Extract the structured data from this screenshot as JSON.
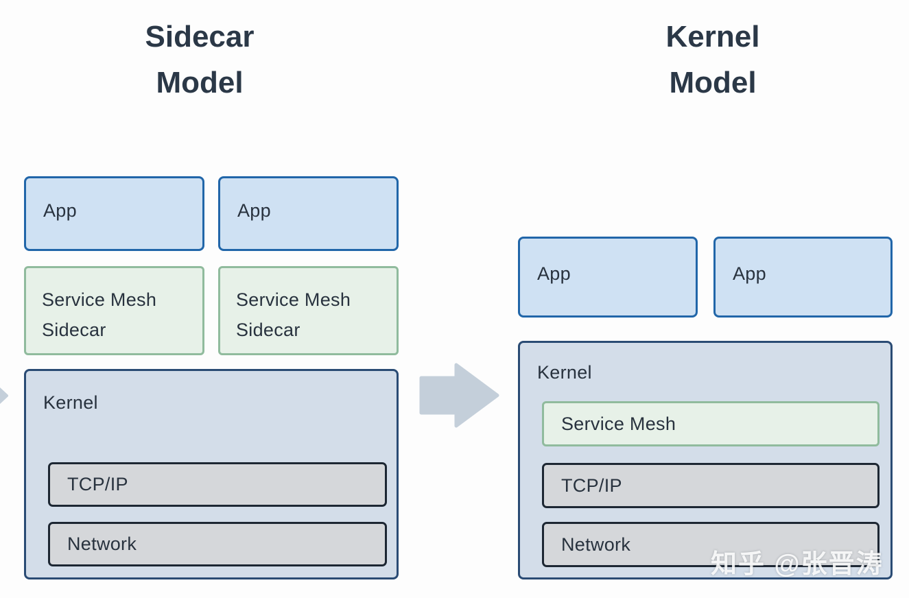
{
  "colors": {
    "title_text": "#2b3847",
    "label_text": "#28323e",
    "app_fill": "#cfe1f3",
    "app_border": "#2166a9",
    "green_fill": "#e7f1e8",
    "green_border": "#90bb9d",
    "kernel_fill": "#d3dde9",
    "kernel_border": "#2a4b74",
    "gray_fill": "#d5d7da",
    "gray_border": "#1d2733",
    "arrow_fill": "#c4cfda"
  },
  "left_model": {
    "title_line1": "Sidecar",
    "title_line2": "Model",
    "app1_label": "App",
    "app2_label": "App",
    "sidecar1_label": "Service Mesh Sidecar",
    "sidecar2_label": "Service Mesh Sidecar",
    "kernel_label": "Kernel",
    "tcpip_label": "TCP/IP",
    "network_label": "Network"
  },
  "right_model": {
    "title_line1": "Kernel",
    "title_line2": "Model",
    "app1_label": "App",
    "app2_label": "App",
    "kernel_label": "Kernel",
    "service_mesh_label": "Service Mesh",
    "tcpip_label": "TCP/IP",
    "network_label": "Network"
  },
  "watermark": "知乎 @张晋涛"
}
